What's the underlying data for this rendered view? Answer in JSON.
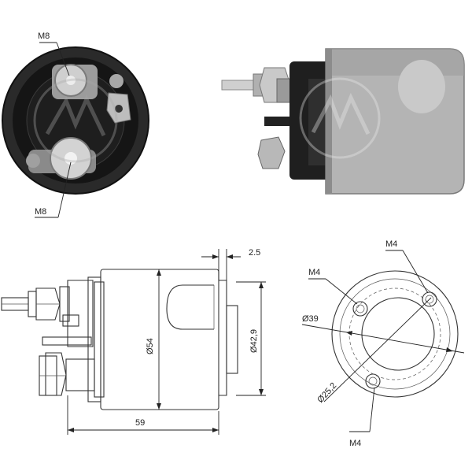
{
  "photo_end_view": {
    "label_top": "M8",
    "label_bottom": "M8"
  },
  "drawing_side_view": {
    "dim_gap": "2.5",
    "dim_body_diameter": "Ø54",
    "dim_cap_diameter": "Ø42,9",
    "dim_length": "59"
  },
  "drawing_end_view": {
    "label_hole_top_right": "M4",
    "label_hole_top_left": "M4",
    "label_hole_bottom": "M4",
    "dim_bolt_circle": "Ø39",
    "dim_bore": "Ø25,2"
  },
  "colors": {
    "line": "#222222",
    "photo_dark": "#1c1c1c",
    "photo_metal": "#b9b9b9"
  }
}
